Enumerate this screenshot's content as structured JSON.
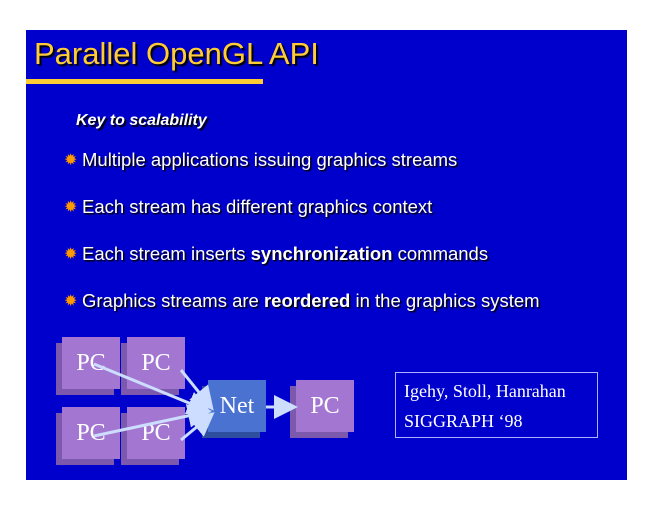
{
  "title": "Parallel OpenGL API",
  "subtitle": "Key to scalability",
  "bullets": [
    {
      "parts": [
        "Multiple applications issuing graphics streams"
      ]
    },
    {
      "parts": [
        "Each stream has different graphics context"
      ]
    },
    {
      "parts": [
        "Each stream inserts ",
        "synchronization",
        " commands"
      ]
    },
    {
      "parts": [
        "Graphics streams are ",
        "reordered",
        " in the graphics system"
      ]
    }
  ],
  "diagram": {
    "pc": "PC",
    "net": "Net"
  },
  "citation": {
    "authors": "Igehy, Stoll, Hanrahan",
    "venue": "SIGGRAPH ‘98"
  },
  "colors": {
    "background": "#0000cc",
    "title": "#ffcc33",
    "bullet": "#ff9900"
  }
}
